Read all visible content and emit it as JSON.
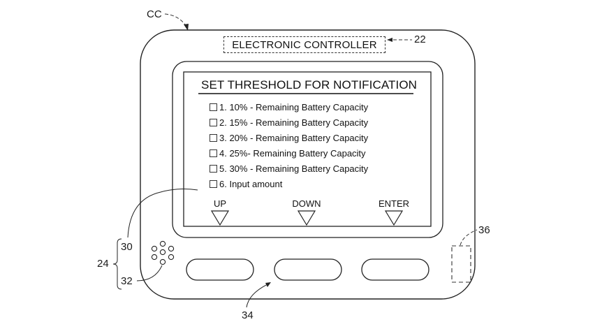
{
  "labels": {
    "cc": "CC",
    "ref_22": "22",
    "ref_24": "24",
    "ref_30": "30",
    "ref_32": "32",
    "ref_34": "34",
    "ref_36": "36"
  },
  "controller": {
    "title": "ELECTRONIC CONTROLLER"
  },
  "screen": {
    "title": "SET THRESHOLD FOR NOTIFICATION",
    "options": [
      {
        "label": "1. 10% - Remaining Battery Capacity",
        "checked": false
      },
      {
        "label": "2. 15% - Remaining Battery Capacity",
        "checked": false
      },
      {
        "label": "3. 20% - Remaining Battery Capacity",
        "checked": false
      },
      {
        "label": "4.  25%- Remaining Battery Capacity",
        "checked": false
      },
      {
        "label": "5. 30% - Remaining Battery Capacity",
        "checked": false
      },
      {
        "label": "6.  Input amount",
        "checked": false
      }
    ],
    "softkeys": [
      {
        "label": "UP",
        "icon": "triangle-down-icon"
      },
      {
        "label": "DOWN",
        "icon": "triangle-down-icon"
      },
      {
        "label": "ENTER",
        "icon": "triangle-down-icon"
      }
    ]
  }
}
